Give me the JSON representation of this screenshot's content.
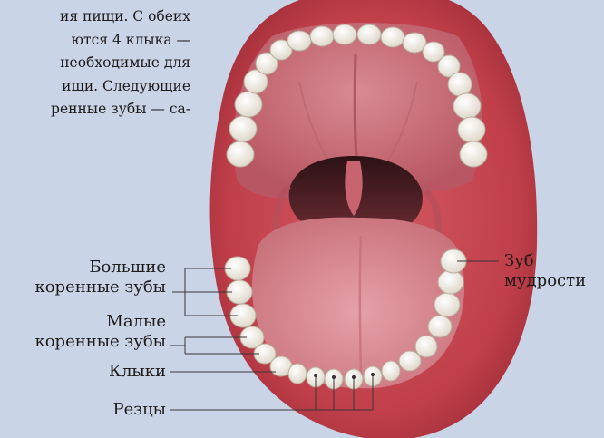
{
  "paragraph": {
    "lines": [
      "ия пищи. С обеих",
      "ются  4  клыка  —",
      "необходимые   для",
      "ищи.  Следующие",
      "ренные зубы — са-"
    ]
  },
  "labels": {
    "big_molars": [
      "Большие",
      "коренные зубы"
    ],
    "small_molars": [
      "Малые",
      "коренные зубы"
    ],
    "canines": "Клыки",
    "incisors": "Резцы",
    "wisdom": [
      "Зуб",
      "мудрости"
    ]
  },
  "colors": {
    "background": "#c9d4e6",
    "lips": "#c7454f",
    "palate": "#c9707a",
    "tongue": "#d98a92",
    "teeth": "#f2efe6",
    "throat": "#4a1f24"
  }
}
